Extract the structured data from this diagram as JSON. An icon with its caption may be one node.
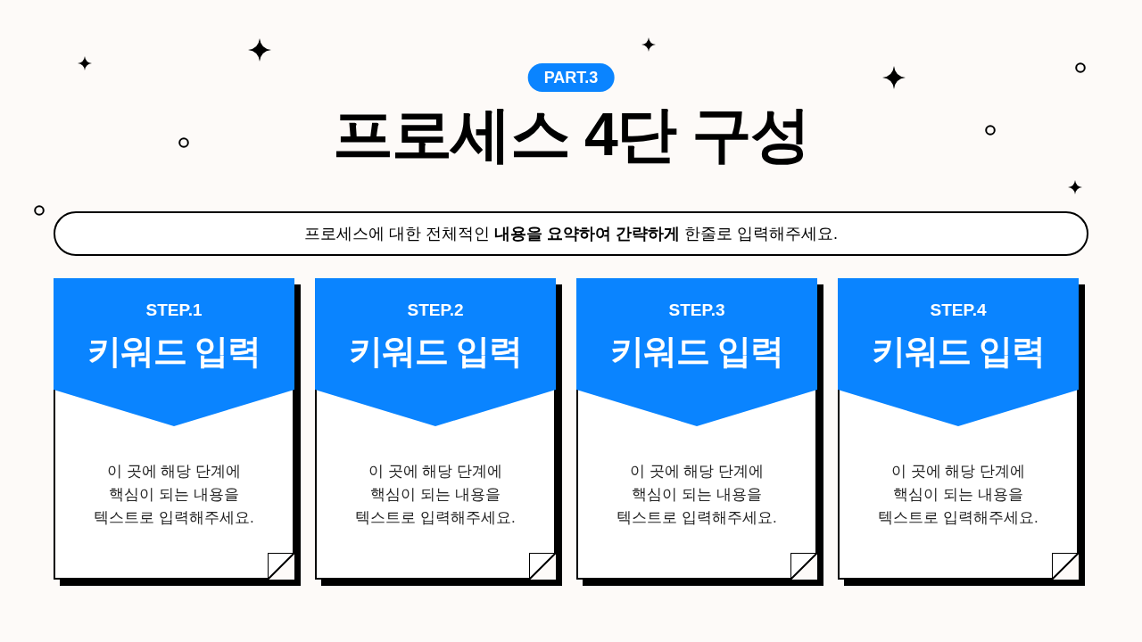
{
  "diagram": {
    "title": "프로세스 **4단** 구성",
    "nodes": [
      {
        "text": [
          "PART.3"
        ]
      },
      {
        "text": [
          "프로세스에 대한 전체적인 **내용을 요약하여 간략하게** 한줄로 입력해주세요."
        ]
      },
      {
        "text": [
          "STEP.1",
          "키워드 입력",
          "이 곳에 해당 단계에 핵심이 되는 내용을 텍스트로 입력해주세요."
        ]
      },
      {
        "text": [
          "STEP.2",
          "키워드 입력",
          "이 곳에 해당 단계에 핵심이 되는 내용을 텍스트로 입력해주세요."
        ]
      },
      {
        "text": [
          "STEP.3",
          "키워드 입력",
          "이 곳에 해당 단계에 핵심이 되는 내용을 텍스트로 입력해주세요."
        ]
      },
      {
        "text": [
          "STEP.4",
          "키워드 입력",
          "이 곳에 해당 단계에 핵심이 되는 내용을 텍스트로 입력해주세요."
        ]
      }
    ]
  }
}
